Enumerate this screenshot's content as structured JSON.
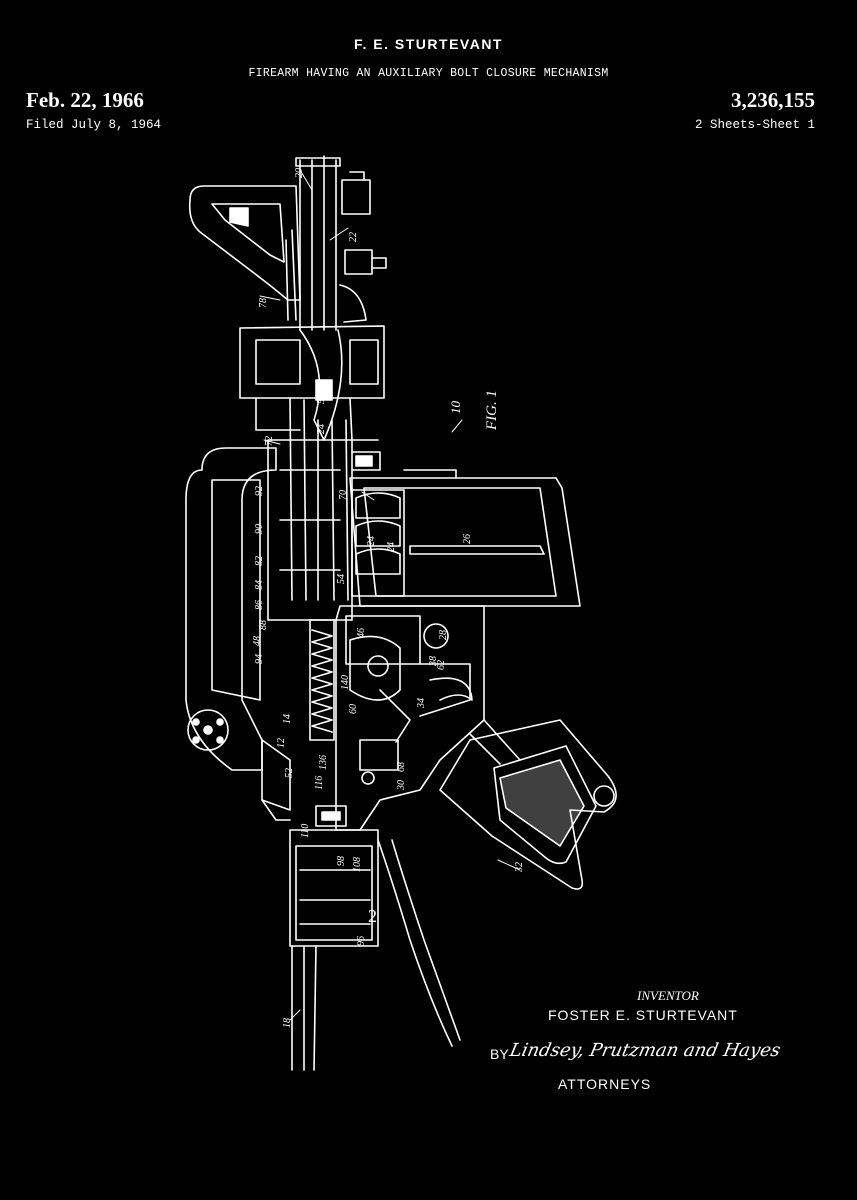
{
  "header": {
    "inventor": "F. E. STURTEVANT",
    "title": "FIREARM HAVING AN AUXILIARY BOLT CLOSURE MECHANISM",
    "date": "Feb. 22, 1966",
    "filed": "Filed July 8, 1964",
    "patent_number": "3,236,155",
    "sheets": "2 Sheets-Sheet 1"
  },
  "figure": {
    "label": "FIG. 1",
    "ref": "10",
    "numerals": [
      "20",
      "22",
      "78",
      "56",
      "24",
      "72",
      "70",
      "92",
      "90",
      "26",
      "24",
      "24",
      "82",
      "84",
      "86",
      "88",
      "54",
      "46",
      "28",
      "38",
      "62",
      "34",
      "48",
      "94",
      "140",
      "60",
      "14",
      "12",
      "52",
      "116",
      "136",
      "68",
      "30",
      "110",
      "98",
      "108",
      "96",
      "32",
      "18",
      "2"
    ]
  },
  "signature": {
    "inventor_label": "INVENTOR",
    "inventor_name": "FOSTER  E. STURTEVANT",
    "by": "BY",
    "attorneys_signature": "Lindsey, Prutzman and Hayes",
    "attorneys_label": "ATTORNEYS"
  },
  "colors": {
    "background": "#000000",
    "ink": "#ffffff"
  }
}
